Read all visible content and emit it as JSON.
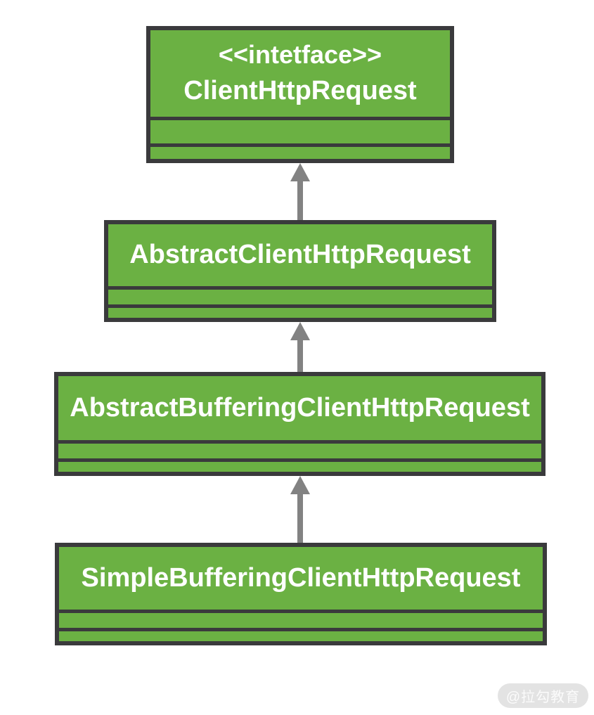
{
  "diagram": {
    "type": "uml-class-diagram",
    "classes": [
      {
        "stereotype": "<<intetface>>",
        "name": "ClientHttpRequest",
        "fields": [],
        "methods": []
      },
      {
        "name": "AbstractClientHttpRequest",
        "fields": [],
        "methods": []
      },
      {
        "name": "AbstractBufferingClientHttpRequest",
        "fields": [],
        "methods": []
      },
      {
        "name": "SimpleBufferingClientHttpRequest",
        "fields": [],
        "methods": []
      }
    ],
    "relationships": [
      {
        "from": "AbstractClientHttpRequest",
        "to": "ClientHttpRequest",
        "type": "generalization",
        "direction": "up"
      },
      {
        "from": "AbstractBufferingClientHttpRequest",
        "to": "AbstractClientHttpRequest",
        "type": "generalization",
        "direction": "up"
      },
      {
        "from": "SimpleBufferingClientHttpRequest",
        "to": "AbstractBufferingClientHttpRequest",
        "type": "generalization",
        "direction": "up"
      }
    ],
    "colors": {
      "box_fill": "#6bb143",
      "box_border": "#3a3a3c",
      "arrow": "#828282",
      "text": "#ffffff",
      "background": "#ffffff"
    }
  },
  "watermark": {
    "label": "@拉勾教育",
    "bg": "#e3e3e3",
    "text_color": "#fbfbfb"
  }
}
